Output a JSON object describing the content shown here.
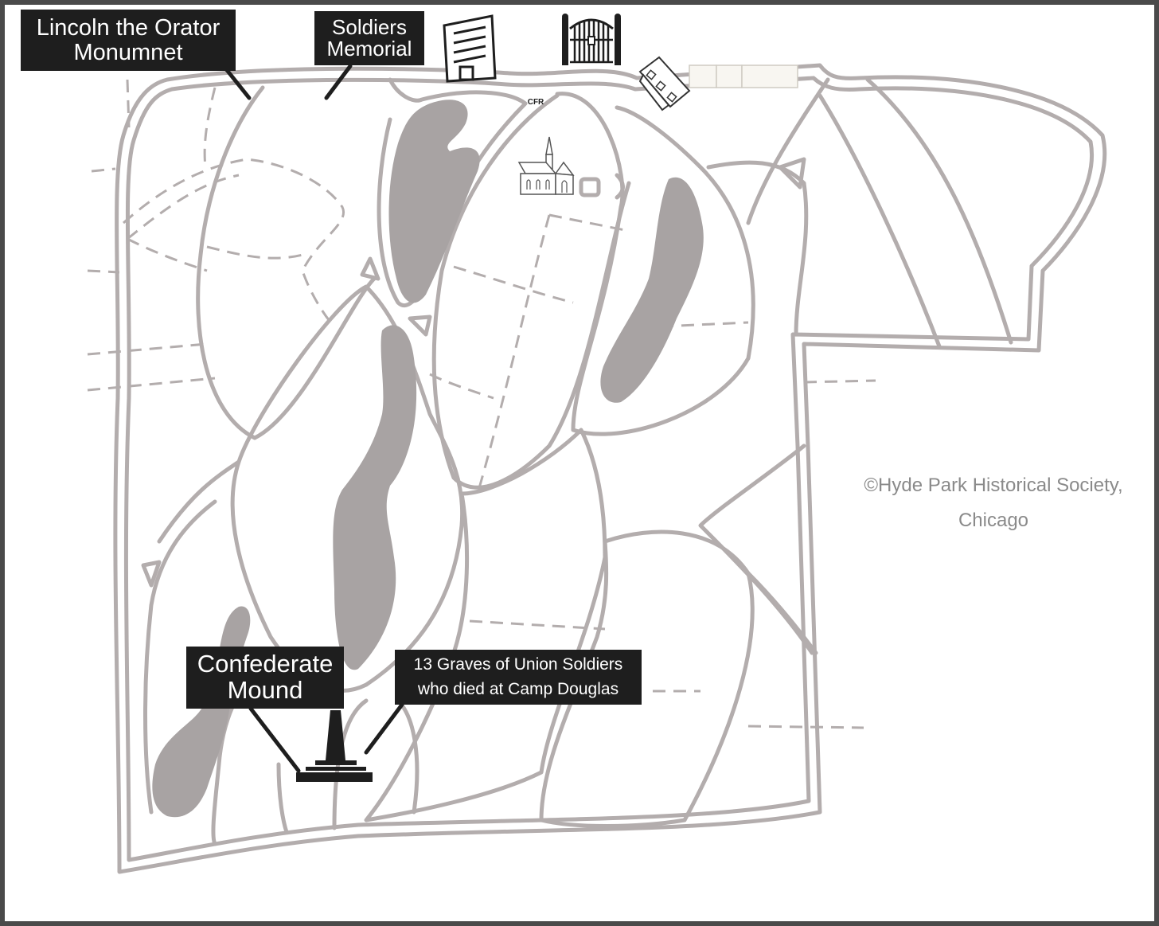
{
  "labels": {
    "lincoln": {
      "line1": "Lincoln the Orator",
      "line2": "Monumnet"
    },
    "soldiers": {
      "line1": "Soldiers",
      "line2": "Memorial"
    },
    "confederate": {
      "line1": "Confederate",
      "line2": "Mound"
    },
    "graves": {
      "line1": "13 Graves of Union Soldiers",
      "line2": "who died at Camp Douglas"
    }
  },
  "small_marker": "CFR",
  "credit": {
    "line1": "©Hyde Park Historical Society,",
    "line2": "Chicago"
  },
  "colors": {
    "road": "#b3adad",
    "lake": "#a8a3a3",
    "label_bg": "#1e1e1e",
    "label_text": "#ffffff",
    "frame": "#4a4a4a",
    "credit": "#8a8a8a"
  },
  "icons": [
    "office-building-icon",
    "cemetery-gate-icon",
    "chapel-icon",
    "house-icon",
    "monument-icon"
  ]
}
